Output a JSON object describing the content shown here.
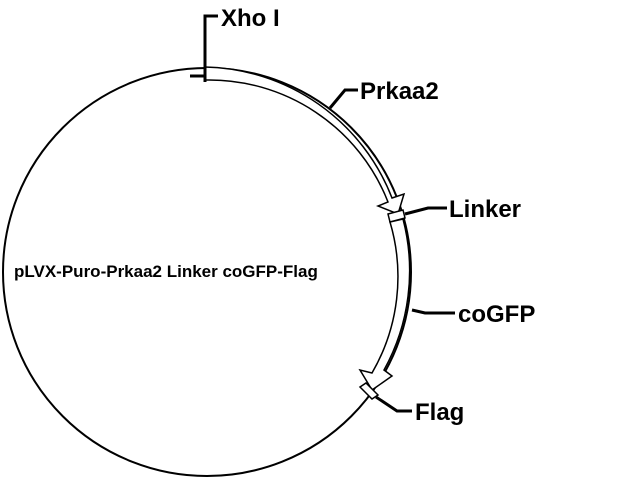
{
  "plasmid": {
    "name": "pLVX-Puro-Prkaa2 Linker coGFP-Flag",
    "colors": {
      "line": "#000000",
      "background": "#ffffff"
    }
  },
  "features": [
    {
      "id": "xhoi",
      "label": "Xho I",
      "type": "site"
    },
    {
      "id": "prkaa2",
      "label": "Prkaa2",
      "type": "arrow"
    },
    {
      "id": "linker",
      "label": "Linker",
      "type": "box"
    },
    {
      "id": "cogfp",
      "label": "coGFP",
      "type": "arrow"
    },
    {
      "id": "flag",
      "label": "Flag",
      "type": "box"
    }
  ]
}
